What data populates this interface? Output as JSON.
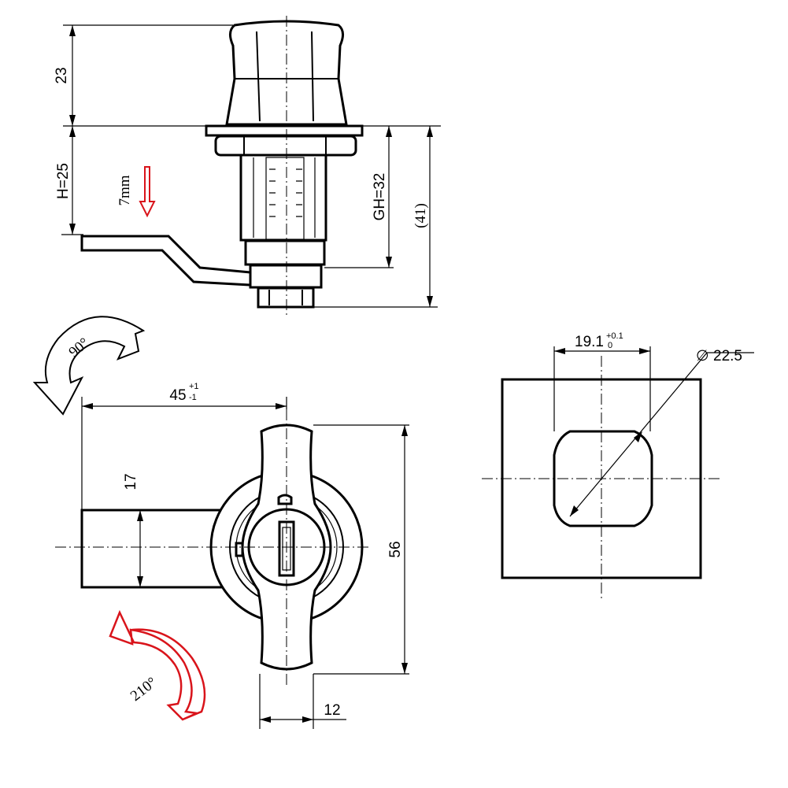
{
  "side_view": {
    "dim_top": "23",
    "dim_h": "H=25",
    "dim_gh": "GH=32",
    "dim_total": "(41)",
    "offset_label": "7mm"
  },
  "front_view": {
    "rotation_cw": "90°",
    "rotation_ccw": "210°",
    "dim_arm_length": "45",
    "dim_arm_length_tol_upper": "+1",
    "dim_arm_length_tol_lower": "-1",
    "dim_arm_width": "17",
    "dim_height": "56",
    "dim_handle_width": "12"
  },
  "cutout_view": {
    "dim_flat": "19.1",
    "dim_flat_tol_upper": "+0.1",
    "dim_flat_tol_lower": "0",
    "dim_diameter": "22.5",
    "diameter_symbol": "∅"
  },
  "colors": {
    "line": "#000000",
    "accent": "#d9141b"
  }
}
